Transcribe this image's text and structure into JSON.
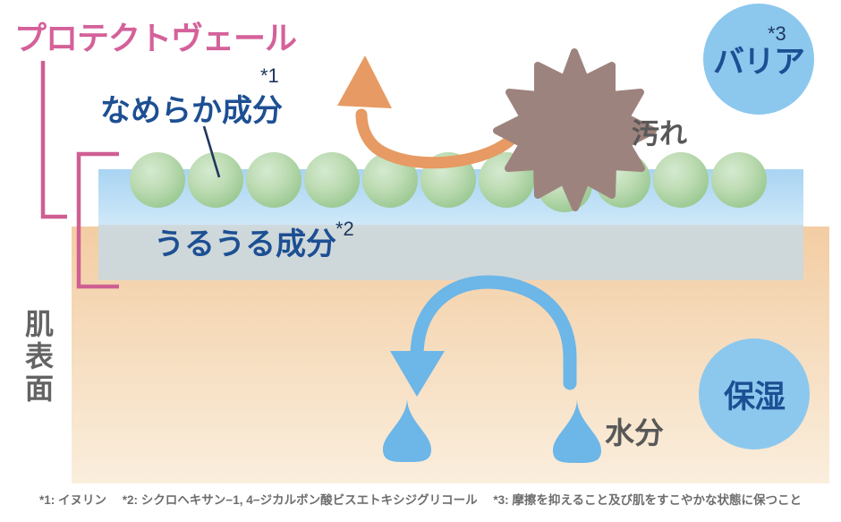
{
  "title": "プロテクトヴェール",
  "labels": {
    "smooth_ingredient": "なめらか成分",
    "smooth_sup": "*1",
    "moist_ingredient": "うるうる成分",
    "moist_sup": "*2",
    "dirt": "汚れ",
    "water": "水分",
    "skin_surface": "肌表面"
  },
  "badges": [
    {
      "text": "バリア",
      "sup": "*3",
      "color": "#8cc8ee",
      "text_color": "#1c4f93"
    },
    {
      "text": "保湿",
      "sup": "",
      "color": "#8cc8ee",
      "text_color": "#1c4f93"
    }
  ],
  "footnotes": [
    "*1: イヌリン",
    "*2: シクロヘキサン−1, 4−ジカルボン酸ビスエトキシジグリコール",
    "*3: 摩擦を抑えること及び肌をすこやかな状態に保つこと"
  ],
  "colors": {
    "title_pink": "#d4619a",
    "bracket_pink": "#cf5f92",
    "veil_blue": "#bfe0f6",
    "moist_gray": "#ccd8dd",
    "skin_orange": "#f3cda3",
    "sphere_green": "#9fcb96",
    "dirt_brown": "#9d837d",
    "arrow_orange": "#e79a63",
    "water_blue": "#6cb6e8",
    "label_blue": "#1d4f93",
    "label_gray": "#585858"
  },
  "diagram": {
    "sphere_count": 11,
    "droplet_count": 2,
    "arrows": [
      {
        "name": "dirt-repel-arrow",
        "color": "#e79a63",
        "direction": "up-left"
      },
      {
        "name": "moisture-arrow",
        "color": "#6cb6e8",
        "direction": "down-left"
      }
    ]
  }
}
